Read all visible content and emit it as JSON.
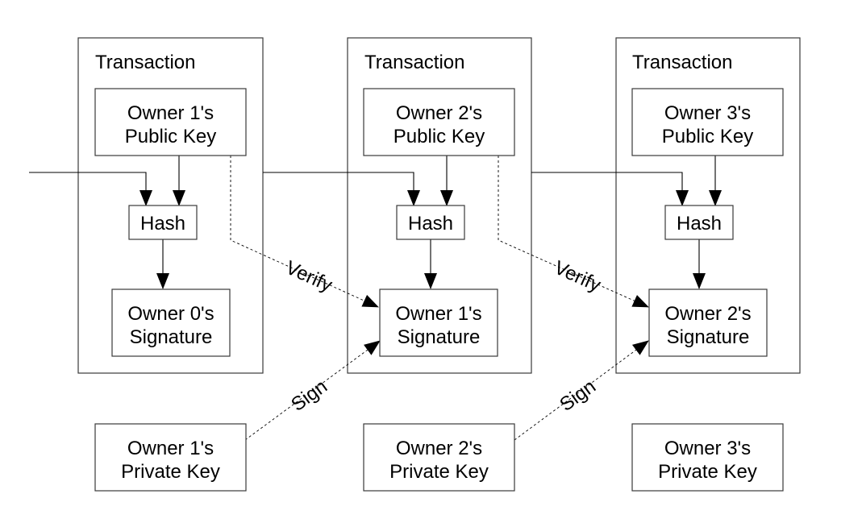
{
  "transactions": [
    {
      "title": "Transaction",
      "public_key": [
        "Owner 1's",
        "Public Key"
      ],
      "hash": "Hash",
      "signature": [
        "Owner 0's",
        "Signature"
      ]
    },
    {
      "title": "Transaction",
      "public_key": [
        "Owner 2's",
        "Public Key"
      ],
      "hash": "Hash",
      "signature": [
        "Owner 1's",
        "Signature"
      ]
    },
    {
      "title": "Transaction",
      "public_key": [
        "Owner 3's",
        "Public Key"
      ],
      "hash": "Hash",
      "signature": [
        "Owner 2's",
        "Signature"
      ]
    }
  ],
  "private_keys": [
    [
      "Owner 1's",
      "Private Key"
    ],
    [
      "Owner 2's",
      "Private Key"
    ],
    [
      "Owner 3's",
      "Private Key"
    ]
  ],
  "edge_labels": {
    "verify": [
      "Verify",
      "Verify"
    ],
    "sign": [
      "Sign",
      "Sign"
    ]
  }
}
